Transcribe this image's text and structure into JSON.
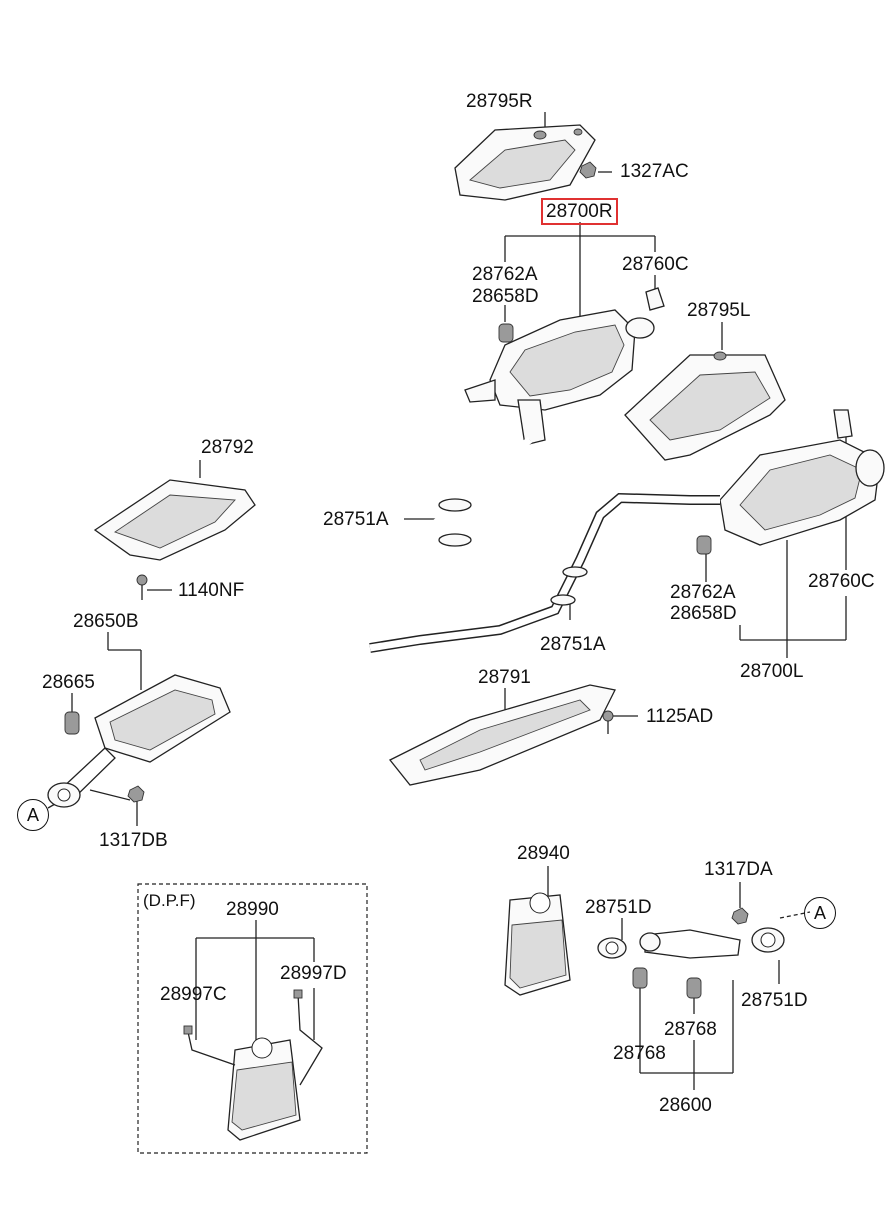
{
  "highlight_color": "#e03131",
  "labels": {
    "p28795R": "28795R",
    "p1327AC": "1327AC",
    "p28700R": "28700R",
    "p28762A_top": "28762A",
    "p28658D_top": "28658D",
    "p28760C_top": "28760C",
    "p28795L": "28795L",
    "p28792": "28792",
    "p28751A_left": "28751A",
    "p1140NF": "1140NF",
    "p28762A_right": "28762A",
    "p28658D_right": "28658D",
    "p28760C_right": "28760C",
    "p28751A_mid": "28751A",
    "p28650B": "28650B",
    "p28665": "28665",
    "p28700L": "28700L",
    "p28791": "28791",
    "p1125AD": "1125AD",
    "p1317DB": "1317DB",
    "p28940": "28940",
    "p1317DA": "1317DA",
    "dpf": "(D.P.F)",
    "p28990": "28990",
    "p28751D_top": "28751D",
    "p28997C": "28997C",
    "p28997D": "28997D",
    "p28751D_right": "28751D",
    "p28768_right": "28768",
    "p28768_left": "28768",
    "p28600": "28600",
    "ref_a_left": "A",
    "ref_a_right": "A"
  }
}
